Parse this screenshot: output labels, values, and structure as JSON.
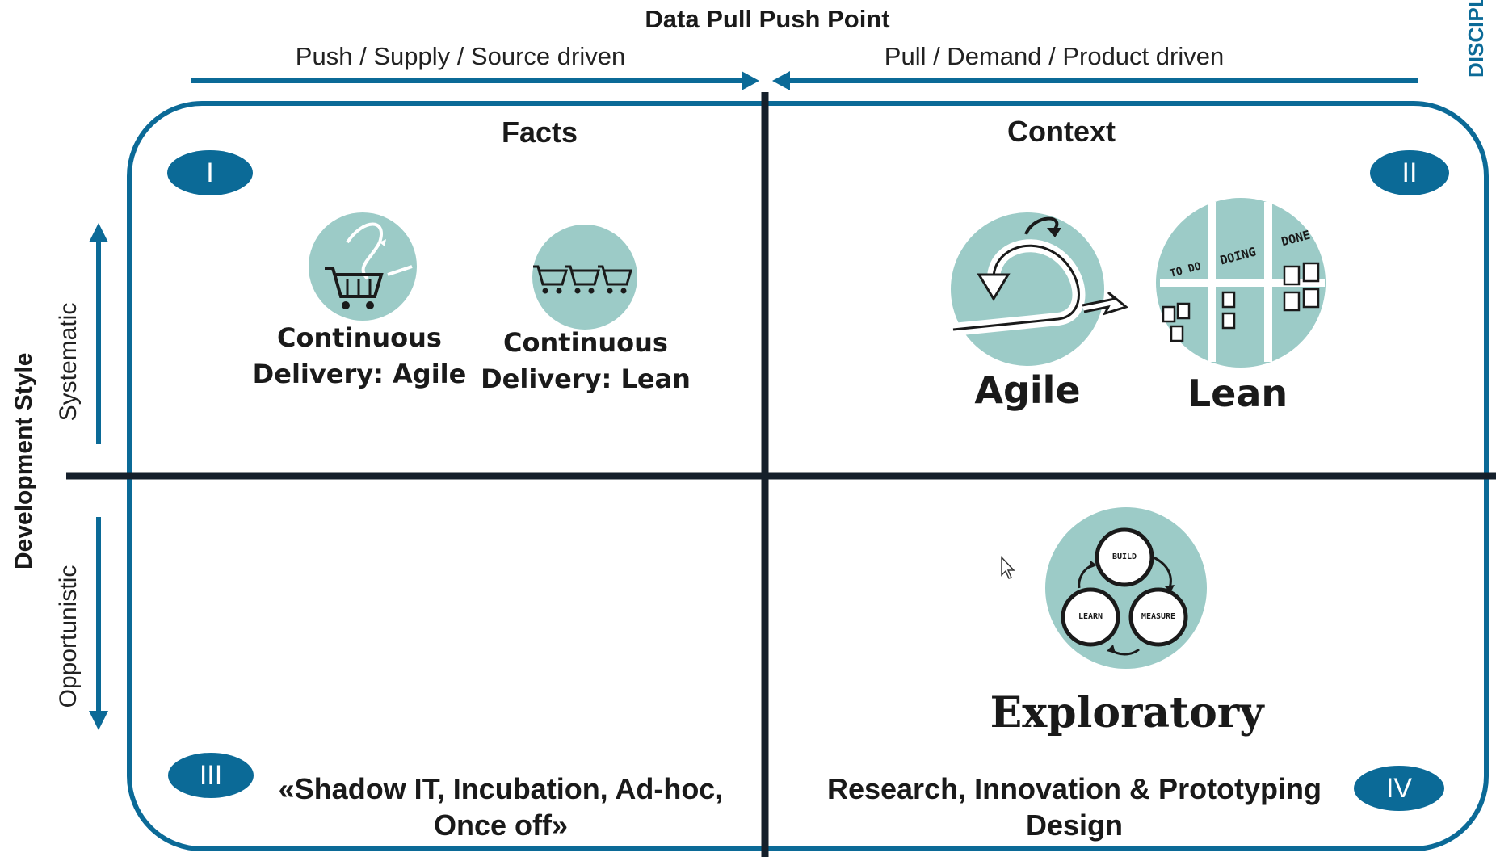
{
  "title": "Data Pull Push Point",
  "push_label": "Push / Supply / Source driven",
  "pull_label": "Pull / Demand / Product driven",
  "brand_fragment": "DISCIPL",
  "axis": {
    "vertical_title": "Development Style",
    "top_label": "Systematic",
    "bottom_label": "Opportunistic"
  },
  "quadrants": {
    "q1": {
      "numeral": "I",
      "heading": "Facts",
      "items": [
        {
          "line1": "Continuous",
          "line2": "Delivery: Agile",
          "icon": "cart-cycle-icon"
        },
        {
          "line1": "Continuous",
          "line2": "Delivery: Lean",
          "icon": "three-carts-icon"
        }
      ]
    },
    "q2": {
      "numeral": "II",
      "heading": "Context",
      "items": [
        {
          "label": "Agile",
          "icon": "agile-loop-icon"
        },
        {
          "label": "Lean",
          "icon": "kanban-board-icon"
        }
      ],
      "kanban": {
        "todo": "TO DO",
        "doing": "DOING",
        "done": "DONE"
      }
    },
    "q3": {
      "numeral": "III",
      "line1": "«Shadow IT, Incubation, Ad-hoc,",
      "line2": "Once off»"
    },
    "q4": {
      "numeral": "IV",
      "label": "Exploratory",
      "cycle": {
        "build": "BUILD",
        "measure": "MEASURE",
        "learn": "LEARN"
      },
      "line1": "Research, Innovation &  Prototyping",
      "line2": "Design"
    }
  },
  "colors": {
    "frame": "#0b6a97",
    "divider": "#15202b",
    "icon_bg": "#9ccbc7",
    "pill": "#0b6a97"
  }
}
